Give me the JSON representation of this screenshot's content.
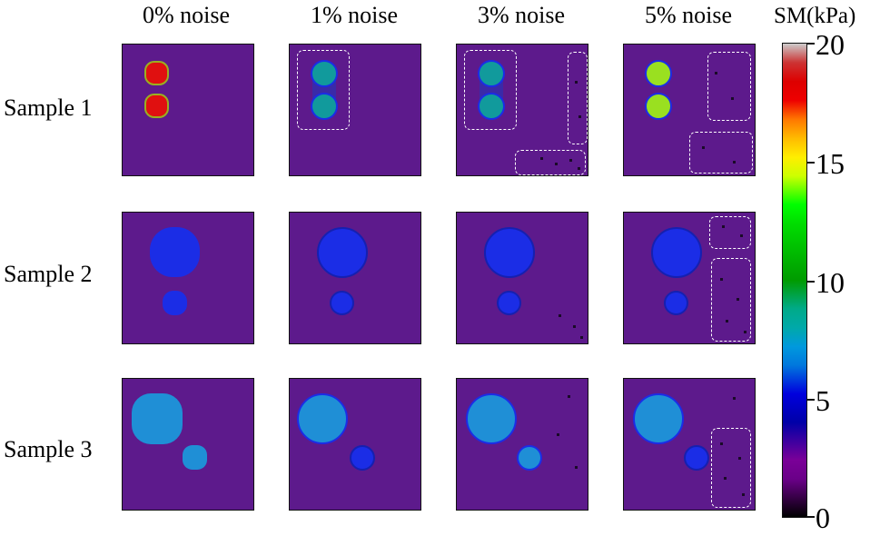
{
  "columns": [
    "0% noise",
    "1% noise",
    "3% noise",
    "5% noise"
  ],
  "rows": [
    "Sample 1",
    "Sample 2",
    "Sample 3"
  ],
  "colorbar": {
    "label": "SM(kPa)",
    "ticks": [
      "20",
      "15",
      "10",
      "5",
      "0"
    ],
    "range": [
      0,
      20
    ],
    "colormap": "nipy_spectral"
  },
  "colors": {
    "background": "#5d1a8c",
    "red": "#e01010",
    "teal": "#119a9c",
    "lime": "#9ae020",
    "blue": "#1b2de6",
    "lightblue": "#1f8fd6",
    "dashed_box": "#ffffff"
  }
}
